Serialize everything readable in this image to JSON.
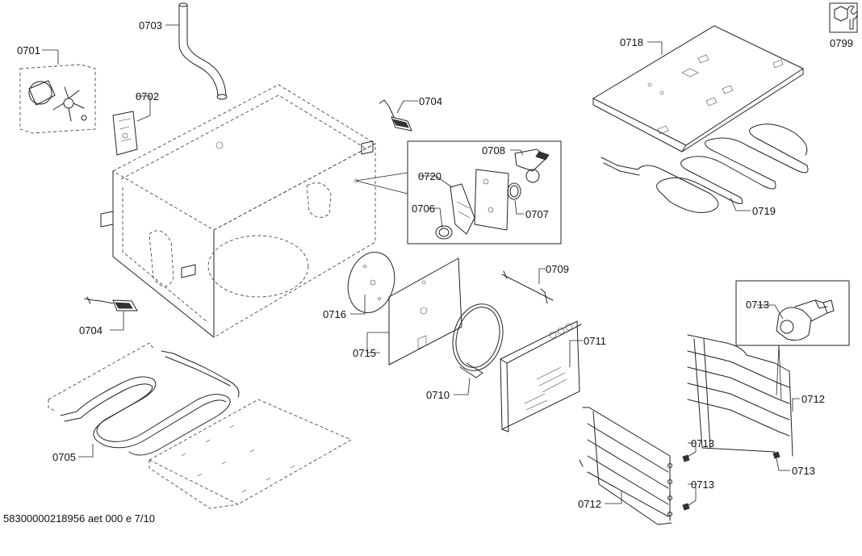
{
  "labels": {
    "p0701": "0701",
    "p0702": "0702",
    "p0703": "0703",
    "p0704a": "0704",
    "p0704b": "0704",
    "p0705": "0705",
    "p0706": "0706",
    "p0707": "0707",
    "p0708": "0708",
    "p0709": "0709",
    "p0710": "0710",
    "p0711": "0711",
    "p0712a": "0712",
    "p0712b": "0712",
    "p0713a": "0713",
    "p0713b": "0713",
    "p0713c": "0713",
    "p0713d": "0713",
    "p0715": "0715",
    "p0716": "0716",
    "p0718": "0718",
    "p0719": "0719",
    "p0720": "0720",
    "p0799": "0799"
  },
  "footer": {
    "doc_code": "58300000218956 aet 000 e 7/10"
  },
  "icons": {
    "service_tool": "wrench-nut-icon"
  }
}
